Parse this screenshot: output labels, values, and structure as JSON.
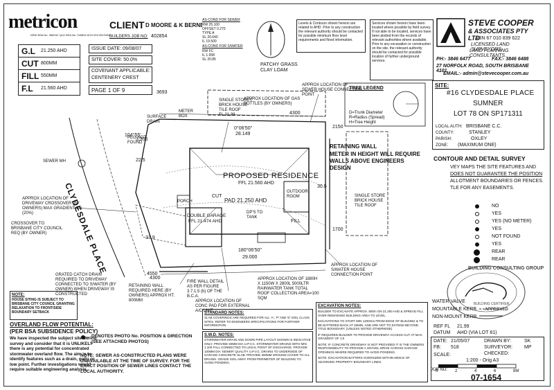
{
  "header": {
    "logo": "metricon",
    "logo_sub": "NSW BSA No. 36604C   QLD BSA No. 040892   ACN 003 0510494",
    "client_label": "CLIENT",
    "client_name": "D MOORE & K BERNER",
    "builders_job_label": "BUILDERS JOB NO:",
    "builders_job_no": "402854"
  },
  "levels": {
    "gl_label": "G.L",
    "gl_value": "21.250 AHD",
    "cut_label": "CUT",
    "cut_value": "800MM",
    "fill_label": "FILL",
    "fill_value": "550MM",
    "fl_label": "F.L",
    "fl_value": "21.560 AHD"
  },
  "issue": {
    "issue_date": "ISSUE DATE: 09/08/07",
    "site_cover": "SITE COVER: 50.0%",
    "covenant_label": "COVENANT APPLICABLE:",
    "covenant_value": "CENTENERY CREST",
    "page": "PAGE 1 OF 9"
  },
  "cond_table": {
    "title1": "AS-COND FOR SEWER",
    "rows1": [
      "RW  25.100",
      "OFFSET  0.270",
      "TYPE  A",
      "SL  20.640",
      "IL  19.500"
    ],
    "title2": "AS-COND FOR S/WATER",
    "rows2": [
      "RW  FC",
      "IL  1.958",
      "SL  20.85"
    ]
  },
  "notices": {
    "levels_notice": "Levels & Contours shown hereon are related to AHD. Prior to any construction the relevant authority should be contacted for possible minimum floor level requirements and flood information.",
    "services_notice": "Services shown hereon have been located where possible by field survey. If not able to be located, services have been plotted from the records of relevant authorities where available. Prior to any excavation or construction on the site, the relevant authority should be contacted for possible location of further underground services."
  },
  "company": {
    "name": "STEVE COOPER",
    "name2": "& ASSOCIATES PTY LTD",
    "abn": "ABN 67 010 839 622",
    "licensed": "LICENSED LAND SURVEYORS,",
    "planning": "LAND PLANNING CONSULTANTS.",
    "phone": "PH:- 3846 6477",
    "fax": "FAX:- 3846 6488",
    "address": "27 NORFOLK ROAD, SOUTH BRISBANE 4101",
    "email": "EMAIL:- admin@stevecooper.com.au"
  },
  "site": {
    "label": "SITE:",
    "line1": "#16 CLYDESDALE PLACE",
    "line2": "SUMNER",
    "line3": "LOT 78 ON SP171311",
    "local_auth_label": "LOCAL AUTH:",
    "local_auth": "BRISBANE C.C.",
    "county_label": "COUNTY:",
    "county": "STANLEY",
    "parish_label": "PARISH:",
    "parish": "OXLEY",
    "zone_label": "ZONE:",
    "zone": "(MAXIMUM ONE)"
  },
  "survey": {
    "title": "CONTOUR AND DETAIL SURVEY",
    "text1": "VEY MAPS THE SITE FEATURES AND",
    "text2": "DOES NOT GUARANTEE THE POSITION",
    "text3": "ALLOTMENT BOUNDARIES OR FENCES.",
    "text4": "TLE FOR ANY EASEMENTS."
  },
  "legend_symbols": [
    {
      "label": "NO"
    },
    {
      "label": "YES"
    },
    {
      "label": "YES (NO METER)"
    },
    {
      "label": "YES"
    },
    {
      "label": "NOT FOUND"
    },
    {
      "label": "YES"
    },
    {
      "label": "REAR"
    },
    {
      "label": "REAR"
    }
  ],
  "tree_legend": {
    "title": "TREE LEGEND",
    "d": "D=Trunk Diameter",
    "r": "R=Radius (Spread)",
    "h": "H=Tree Height"
  },
  "stamp": {
    "text1": "BUILDING CONSULTING GROUP",
    "text2": "BUILDING CERTIFIER",
    "text3": "APPROVED"
  },
  "bottom_right": {
    "water_valve": "WATER VALVE",
    "mountable_kerb": "MOUNTABLE KERB",
    "non_mount_kerb": "NON-MOUNT KERB",
    "ref_fl_label": "REF FL",
    "ref_fl": "21.99",
    "datum_label": "DATUM",
    "datum": "AHD (VIA LOT 81)",
    "date_label": "DATE:",
    "date": "21/05/07",
    "fb_label": "FB:",
    "fb": "518",
    "drawn_label": "DRAWN BY:",
    "drawn": "SK",
    "surveyor_label": "SURVEYOR:",
    "surveyor": "MP",
    "checked_label": "CHECKED:",
    "scale_label": "SCALE:",
    "scale": "1:200 - Orig A3",
    "scale_ticks": [
      "0",
      "2",
      "4",
      "6",
      "8M"
    ],
    "job_label": "JOB NO:",
    "job": "07-1654"
  },
  "notes_left": {
    "note_title": "NOTE:",
    "note_text": "HOUSE SITING IS SUBJECT TO BRISBANE CITY COUNCIL GRANTING RELAXATION TO FRONT/SIDE BOUNDARY SETBACK",
    "overland_title": "OVERLAND FLOW POTENTIAL:",
    "overland_sub": "(PER BSA SUBSIDENCE POLICY)",
    "overland_text": "We have inspected the subject site during survey and consider that it is UNLIKELY there is any potential for concentrated stormwater overland flow. The aim is to identify features such as a drain, gully or low point. Further investigations would require suitable engineering analysis."
  },
  "notes_mid": {
    "photo_note": "DENOTES PHOTO No. POSITION & DIRECTION (SEE ATTACHED PHOTOS)",
    "sewer_note": "NOTE: SEWER AS-CONSTRUCTED PLANS WERE UNAVAILABLE AT THE TIME OF SURVEY. FOR THE EXACT POSITION OF SEWER LINES CONTACT THE LOCAL AUTHORITY."
  },
  "std_notes": {
    "title": "STANDARD NOTES:",
    "text": "SLAB COVERINGS ARE REQUIRED FOR ALL 'A', 'P' AND 'D' SOIL CLASS SITES. REFER TO ENGINEERS SPECIFICATIONS FOR FURTHER INFORMATION."
  },
  "swd_notes": {
    "title": "S.W.D. NOTES:",
    "text": "STORMWATER DRAIN AND DOWN PIPE LAYOUT SHOWN IS INDICATIVE ONLY. PROVIDE 50MM DIA U.P.V.C. STORMWATER DRAINS WITH MIN 1:100 FALL CONNECTED TO LEGAL POINT OF DISCHARGE. PROVIDE 100MM DIA 'SEWER' QUALITY U.P.V.C. DRAINS TO UNDERSIDE OF GARAGE CONCRETE SLAB. PROVIDE 300MM GROUND COVER TO ALL DRAINS. GRADE SOIL AWAY FROM PERIMETER OF BUILDING TO AVOID PONDING."
  },
  "excavation": {
    "title": "EXCAVATION NOTES:",
    "text1": "BUILDER TO EXCAVATE APPROX. 800m ON 21.250 AHD & SPREAD FILL OVER REMAINING BUILDING AREA TO LEVEL.",
    "text2": "EXCAVATIONS TO START MIN 1200mm FROM EDGE OF BUILDING & TO BE BATTERED BACK AT 45MIN, AND ARE NOT TO EXTEND BEYOND TITLE BOUNDARY. (UNLESS NOTED OTHERWISE)",
    "text3": "IF REQUIRED BUILDER TO PROVIDE DRIVEWAY ACCESS CUT AT MAX. GRADIENT OF 1:5",
    "text4": "NOTE: IF CONCRETE DRIVEWAY IS NOT PROVIDED IT IS THE OWNERS RESPONSIBILITY TO PROVIDE A GRAVEL DRIVE ACROSS GARAGE OPENINGS WHERE REQUIRED TO AVOID PONDING.",
    "text5": "NOTE: EXCAVATION BATTERS OVERSIZED WITHIN 600mm OF ADJOINING PROPERTY BOUNDARY LINES."
  },
  "plan": {
    "street": "CLYDESDALE PLACE",
    "residence": "PROPOSED RESIDENCE",
    "ffl": "FFL 21.560 AHD",
    "pad": "PAD 21.250 AHD",
    "cut": "CUT",
    "fill": "FILL",
    "garage1": "DOUBLE GARAGE",
    "garage2": "FFL 21.474 AHD",
    "outdoor": "OUTDOOR ROOM",
    "porch": "PORCH",
    "patchy1": "PATCHY GRASS",
    "patchy2": "CLAY LOAM",
    "single_storey_top1": "SINGLE STOREY",
    "single_storey_top2": "BRICK HOUSE",
    "single_storey_top3": "TILE ROOF",
    "single_storey_top4": "FL 21.39",
    "single_storey_right1": "SINGLE STORE",
    "single_storey_right2": "BRICK HOUSE",
    "single_storey_right3": "TILE ROOF",
    "gas_bottles": "APPROX LOCATION OF GAS BOTTLES (BY OWNERS)",
    "sewer_conn": "APPROX LOCATION OF SEWER HOUSE CONNECTION POINT",
    "retaining_wall": "RETAINING WALL",
    "retaining_text": "METER IN HEIGHT WILL REQUIRE WALLS ABOVE ENGINEERS DESIGN",
    "sw_conn": "APPROX LOCATION OF S/WATER HOUSE CONNECTION POINT",
    "driveway": "APPROX LOCATION OF DRIVEWAY CROSSOVER (BY OWNERS) MAX GRADIENT 1:5 (20%)",
    "crossover": "CROSSOVER TO BRISBANE CITY COUNCIL REQ (BY OWNER)",
    "grated": "GRATED CATCH DRAIN REQUIRED TO DRIVEWAY CONNECTED TO S/WATER (BY OWNER) WHEN DRIVEWAY IS CONSTRUCTED",
    "ret_wall_req": "RETAINING WALL REQUIRED HERE (BY OWNERS) APPROX HT. 800MM",
    "fire_wall": "FIRE WALL DETAIL AS PER FIGURE 3.7.1.5 (b) OF THE B.C.A.",
    "ac_unit": "APPROX LOCATION OF CONC PAD FOR EXTERNAL A/C UNIT",
    "tank": "APPROX LOCATION OF 1880H X 1150W X 2800L 5000LTR RAINWATER TANK TOTAL ROOF COLLECTION AREA=100 SQM",
    "dps": "DP'S TO TANK",
    "meter_box": "METER BOX",
    "surface_drain": "SURFACE DRAIN",
    "pegs_note": "PEG NOT FOUND",
    "sewer_maint": "SEWER MH",
    "dim_top": "28.149",
    "dim_bottom": "29.000",
    "bearing_top": "0°06'50\"",
    "bearing_bottom": "180°06'50\"",
    "dim_left1": "3693",
    "dim_left2": "4300",
    "dim_bl": "4550",
    "dim_right1": "2150",
    "dim_right2": "1700",
    "dim_side1": "22.5",
    "dim_side2": "37.9",
    "dim_4300": "4300",
    "bearing_left": "104°55'",
    "dim_3355": "3.355",
    "lot_area": "30.5"
  }
}
